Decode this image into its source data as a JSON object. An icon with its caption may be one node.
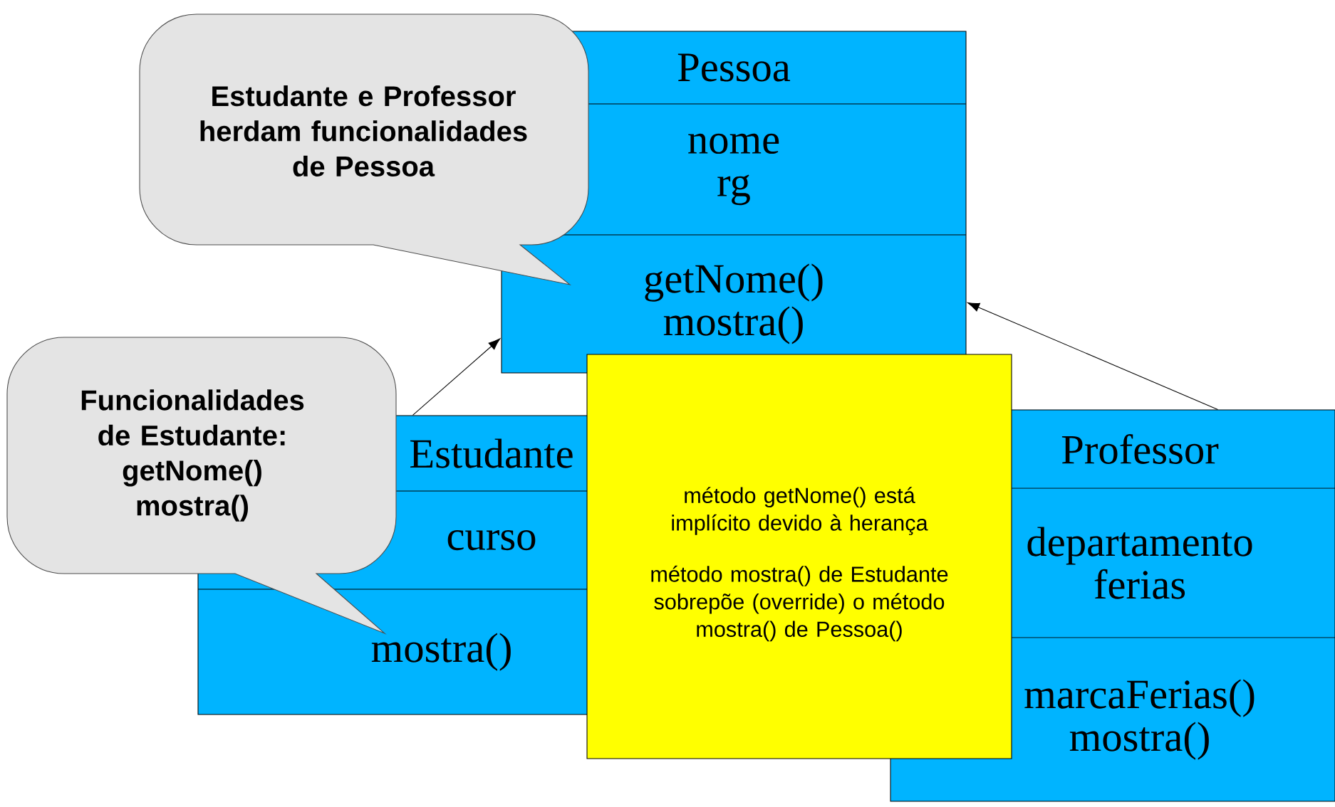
{
  "diagram": {
    "nodes": [
      {
        "text": [
          "Pessoa",
          "nome rg",
          "getNome() mostra()"
        ]
      },
      {
        "text": [
          "Estudante",
          "curso",
          "mostra()"
        ]
      },
      {
        "text": [
          "Professor",
          "departamento ferias",
          "marcaFerias() mostra()"
        ]
      },
      {
        "text": [
          "Estudante e Professor herdam funcionalidades de Pessoa"
        ]
      },
      {
        "text": [
          "Funcionalidades de Estudante: getNome() mostra()"
        ]
      },
      {
        "text": [
          "método getNome() está implícito devido à herança",
          "método mostra() de Estudante sobrepõe (override)  o método mostra() de Pessoa()"
        ]
      }
    ],
    "edges": [
      {
        "from": 1,
        "to": 0,
        "arrow": "to"
      },
      {
        "from": 2,
        "to": 0,
        "arrow": "to"
      }
    ]
  }
}
